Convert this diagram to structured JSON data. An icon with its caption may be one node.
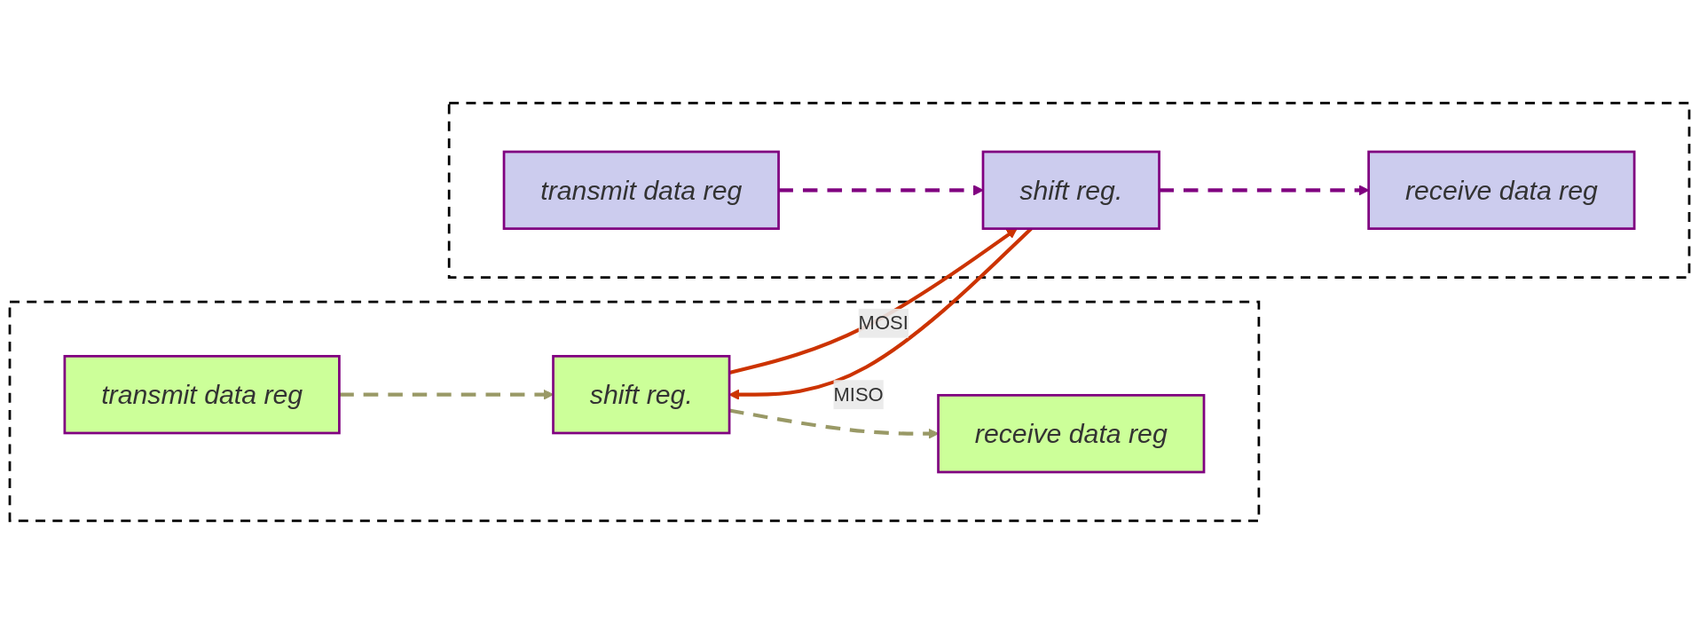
{
  "diagram": {
    "nodes": [
      {
        "text": [],
        "shape": "box"
      },
      {
        "text": [
          "transmit data reg"
        ],
        "in": 0
      },
      {
        "text": [
          "shift reg."
        ],
        "in": 0
      },
      {
        "text": [
          "receive data reg"
        ],
        "in": 0
      },
      {
        "text": [],
        "shape": "box"
      },
      {
        "text": [
          "transmit data reg"
        ],
        "in": 4
      },
      {
        "text": [
          "shift reg."
        ],
        "in": 4
      },
      {
        "text": [
          "receive data reg"
        ],
        "in": 4
      }
    ],
    "edges": [
      {
        "from": 1,
        "to": 2,
        "arrow": "to",
        "style": "dashed",
        "color": "#999966"
      },
      {
        "from": 2,
        "to": 3,
        "arrow": "to",
        "style": "dashed",
        "color": "#999966"
      },
      {
        "from": 2,
        "to": 6,
        "arrow": "to",
        "label": "MOSI",
        "color": "#cc3300"
      },
      {
        "from": 6,
        "to": 2,
        "arrow": "to",
        "label": "MISO",
        "color": "#cc3300"
      },
      {
        "from": 5,
        "to": 6,
        "arrow": "to",
        "style": "dashed",
        "color": "#800080"
      },
      {
        "from": 6,
        "to": 7,
        "arrow": "to",
        "style": "dashed",
        "color": "#800080"
      }
    ]
  }
}
